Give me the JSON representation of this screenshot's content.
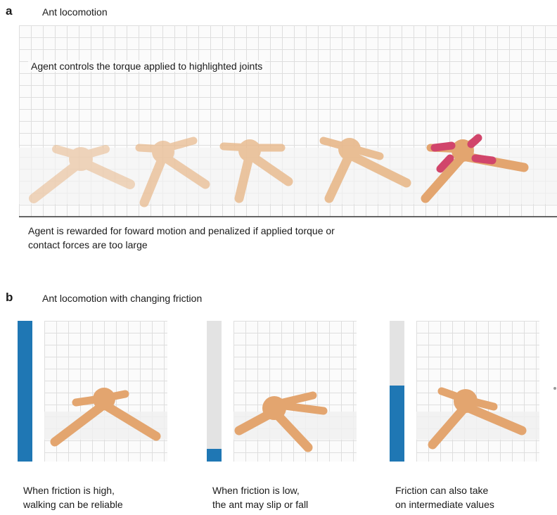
{
  "panel_a": {
    "letter": "a",
    "title": "Ant locomotion",
    "top_caption": "Agent controls the torque applied to highlighted joints",
    "bottom_caption_line1": "Agent is rewarded for foward motion and penalized if applied torque or",
    "bottom_caption_line2": "contact forces are too large"
  },
  "panel_b": {
    "letter": "b",
    "title": "Ant locomotion with changing friction",
    "bar_color": "#1f77b4",
    "items": [
      {
        "friction_level": 1.0,
        "caption_line1": "When friction is high,",
        "caption_line2": "walking can be reliable"
      },
      {
        "friction_level": 0.09,
        "caption_line1": "When friction is low,",
        "caption_line2": "the ant may slip or fall"
      },
      {
        "friction_level": 0.54,
        "caption_line1": "Friction can also take",
        "caption_line2": "on intermediate values"
      }
    ]
  },
  "colors": {
    "ant_body": "#e8b88a",
    "ant_body_faded": "#f1d6bd",
    "highlight_joint": "#d1456b",
    "grid_line": "#dedede"
  }
}
